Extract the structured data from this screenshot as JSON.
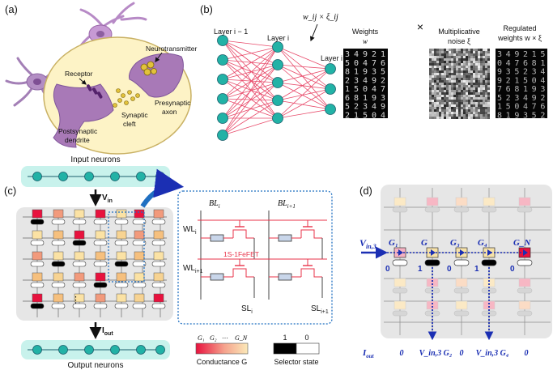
{
  "panels": {
    "a": {
      "letter": "(a)",
      "labels": {
        "receptor": "Receptor",
        "neurotransmitter": "Neurotransmitter",
        "presynaptic": [
          "Presynaptic",
          "axon"
        ],
        "synaptic": [
          "Synaptic",
          "cleft"
        ],
        "postsynaptic": [
          "Postsynaptic",
          "dendrite"
        ]
      }
    },
    "b": {
      "letter": "(b)",
      "layers": [
        "Layer i − 1",
        "Layer i",
        "Layer i + 1"
      ],
      "weight_formula": "w_ij × ξ_ij",
      "times": "×",
      "images": [
        {
          "title": [
            "Weights",
            "w"
          ]
        },
        {
          "title": [
            "Multiplicative",
            "noise ξ"
          ]
        },
        {
          "title": [
            "Regulated",
            "weights w × ξ"
          ]
        }
      ],
      "digits": [
        "3",
        "4",
        "9",
        "2",
        "1",
        "5",
        "0",
        "4",
        "7",
        "6",
        "8",
        "1",
        "9",
        "3",
        "5",
        "2"
      ]
    },
    "c": {
      "letter": "(c)",
      "input_neurons": "Input neurons",
      "output_neurons": "Output neurons",
      "v_in": "V",
      "v_in_sub": "in",
      "i_out": "I",
      "i_out_sub": "out",
      "ellipsis": "⋮",
      "zoom": {
        "bl": [
          "BL",
          "i"
        ],
        "bl1": [
          "BL",
          "i+1"
        ],
        "wl": [
          "WL",
          "i"
        ],
        "wl1": [
          "WL",
          "i+1"
        ],
        "sl": [
          "SL",
          "i"
        ],
        "sl1": [
          "SL",
          "i+1"
        ],
        "device": "1S-1FeFET"
      },
      "legend": {
        "g_labels": [
          "G₁",
          "G₂",
          "⋯",
          "G_N"
        ],
        "conductance": "Conductance G",
        "selector_values": [
          "1",
          "0"
        ],
        "selector": "Selector state"
      }
    },
    "d": {
      "letter": "(d)",
      "v_in": "V",
      "v_in_sub": "in,3",
      "g_labels": [
        "G₁",
        "G",
        "G₃",
        "G₄",
        "G_N"
      ],
      "state_labels": [
        "0",
        "1",
        "0",
        "1",
        "0"
      ],
      "i_out": "I",
      "i_out_sub": "out",
      "outputs": [
        "0",
        "V_in,3 G₂",
        "0",
        "V_in,3 G₄",
        "0"
      ]
    }
  },
  "colors": {
    "neuron_teal": "#22b2a6",
    "neuron_outline": "#1a5f6c",
    "input_bar": "#c8f2ec",
    "synapse_pink": "#e84a6a",
    "ellipse_fill": "#fdf3c6",
    "dendrite_purple": "#a879b7",
    "array_bg": "#e6e6e6",
    "conductance_low": "#fbe2a4",
    "conductance_high": "#e8123e",
    "line_blue": "#1b2fb3",
    "zoom_border": "#1f6fc1",
    "wire_red": "#e8334a"
  }
}
